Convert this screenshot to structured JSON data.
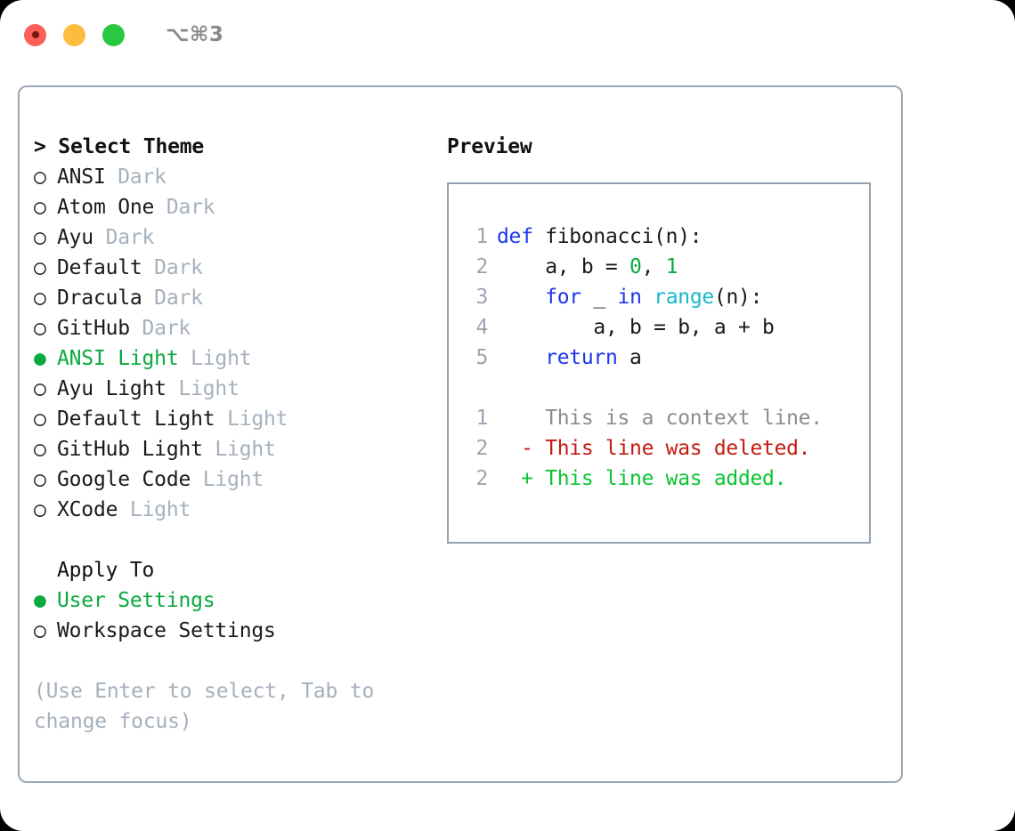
{
  "titlebar": {
    "shortcut": "⌥⌘3",
    "buttons": [
      {
        "name": "close",
        "color": "#fc6058"
      },
      {
        "name": "minimize",
        "color": "#fdbc40"
      },
      {
        "name": "zoom",
        "color": "#2ac840"
      }
    ]
  },
  "theme_picker": {
    "header": "> Select Theme",
    "options": [
      {
        "bullet": "○",
        "name": "ANSI",
        "variant": " Dark",
        "selected": false
      },
      {
        "bullet": "○",
        "name": "Atom One",
        "variant": " Dark",
        "selected": false
      },
      {
        "bullet": "○",
        "name": "Ayu",
        "variant": " Dark",
        "selected": false
      },
      {
        "bullet": "○",
        "name": "Default",
        "variant": " Dark",
        "selected": false
      },
      {
        "bullet": "○",
        "name": "Dracula",
        "variant": " Dark",
        "selected": false
      },
      {
        "bullet": "○",
        "name": "GitHub",
        "variant": " Dark",
        "selected": false
      },
      {
        "bullet": "●",
        "name": "ANSI Light",
        "variant": " Light",
        "selected": true
      },
      {
        "bullet": "○",
        "name": "Ayu Light",
        "variant": " Light",
        "selected": false
      },
      {
        "bullet": "○",
        "name": "Default Light",
        "variant": " Light",
        "selected": false
      },
      {
        "bullet": "○",
        "name": "GitHub Light",
        "variant": " Light",
        "selected": false
      },
      {
        "bullet": "○",
        "name": "Google Code",
        "variant": " Light",
        "selected": false
      },
      {
        "bullet": "○",
        "name": "XCode",
        "variant": " Light",
        "selected": false
      }
    ]
  },
  "apply_to": {
    "header": "Apply To",
    "options": [
      {
        "bullet": "●",
        "label": "User Settings",
        "selected": true
      },
      {
        "bullet": "○",
        "label": "Workspace Settings",
        "selected": false
      }
    ]
  },
  "hint": "(Use Enter to select, Tab to change focus)",
  "preview": {
    "title": "Preview",
    "code_lines": [
      {
        "num": "1",
        "tokens": [
          {
            "t": "def",
            "c": "kw"
          },
          {
            "t": " fibonacci(n):",
            "c": "id"
          }
        ]
      },
      {
        "num": "2",
        "tokens": [
          {
            "t": "    a, b = ",
            "c": "id"
          },
          {
            "t": "0",
            "c": "num"
          },
          {
            "t": ", ",
            "c": "id"
          },
          {
            "t": "1",
            "c": "num"
          }
        ]
      },
      {
        "num": "3",
        "tokens": [
          {
            "t": "    ",
            "c": "id"
          },
          {
            "t": "for",
            "c": "kw"
          },
          {
            "t": " _ ",
            "c": "id"
          },
          {
            "t": "in",
            "c": "kw"
          },
          {
            "t": " ",
            "c": "id"
          },
          {
            "t": "range",
            "c": "fn"
          },
          {
            "t": "(n):",
            "c": "id"
          }
        ]
      },
      {
        "num": "4",
        "tokens": [
          {
            "t": "        a, b = b, a + b",
            "c": "id"
          }
        ]
      },
      {
        "num": "5",
        "tokens": [
          {
            "t": "    ",
            "c": "id"
          },
          {
            "t": "return",
            "c": "kw"
          },
          {
            "t": " a",
            "c": "id"
          }
        ]
      }
    ],
    "diff_lines": [
      {
        "num": "1",
        "marker": "  ",
        "text": "This is a context line.",
        "kind": "context"
      },
      {
        "num": "2",
        "marker": "- ",
        "text": "This line was deleted.",
        "kind": "del"
      },
      {
        "num": "2",
        "marker": "+ ",
        "text": "This line was added.",
        "kind": "add"
      }
    ]
  },
  "colors": {
    "accent_green": "#0aa93f",
    "diff_add": "#0ac433",
    "diff_del": "#c41a12",
    "keyword": "#1e35f0",
    "function": "#17b8c8",
    "number": "#0aa93f",
    "muted": "#a6b0bc",
    "border": "#9aa7b5"
  }
}
